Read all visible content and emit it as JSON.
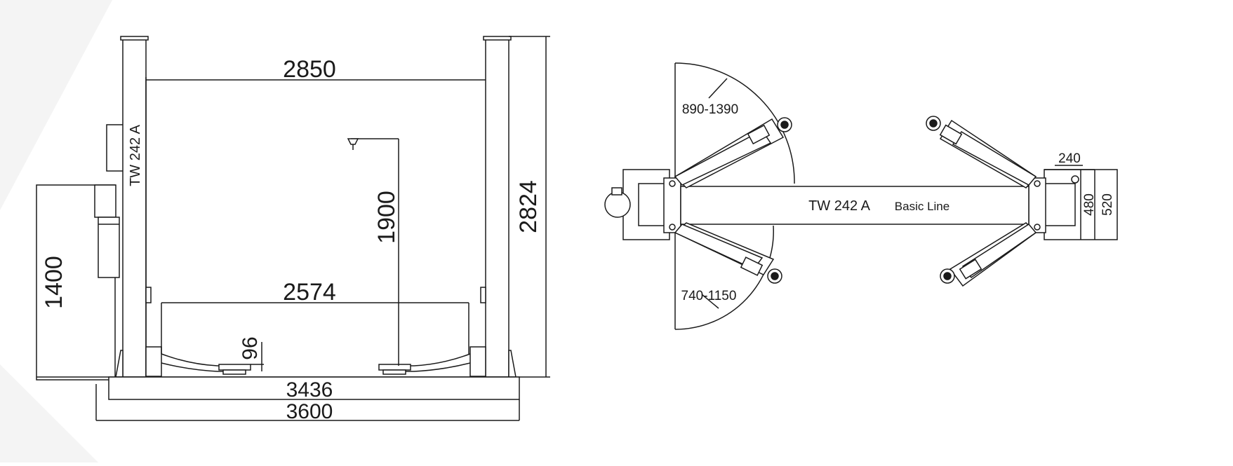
{
  "side_view": {
    "column_label": "TW 242 A",
    "dim_width_inner": "2850",
    "dim_height_total": "2824",
    "dim_lift_height": "1900",
    "dim_drive_through": "2574",
    "dim_min_height": "96",
    "dim_base_inner": "3436",
    "dim_base_total": "3600",
    "dim_unit_height": "1400"
  },
  "top_view": {
    "beam_label": "TW 242 A",
    "beam_sublabel": "Basic Line",
    "arm_range_long": "890-1390",
    "arm_range_short": "740-1150",
    "dim_base_depth": "240",
    "dim_col_depth": "480",
    "dim_col_total": "520"
  },
  "colors": {
    "line": "#1a1a1a",
    "fill": "#ffffff",
    "background_shade": "#ececec"
  }
}
